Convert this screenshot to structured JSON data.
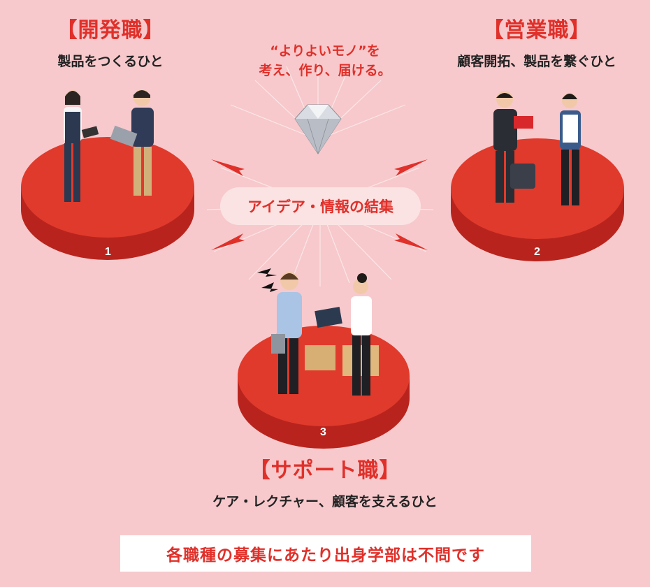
{
  "roles": {
    "development": {
      "title": "【開発職】",
      "desc": "製品をつくるひと",
      "number": "1"
    },
    "sales": {
      "title": "【営業職】",
      "desc": "顧客開拓、製品を繋ぐひと",
      "number": "2"
    },
    "support": {
      "title": "【サポート職】",
      "desc": "ケア・レクチャー、顧客を支えるひと",
      "number": "3"
    }
  },
  "slogan": {
    "line1": "“よりよいモノ”を",
    "line2": "考え、作り、届ける。"
  },
  "center_label": "アイデア・情報の結集",
  "footer": "各職種の募集にあたり出身学部は不問です",
  "colors": {
    "background": "#f7c9cc",
    "accent": "#e0302a",
    "platform_top": "#e03a2c",
    "platform_side": "#b8241d"
  }
}
